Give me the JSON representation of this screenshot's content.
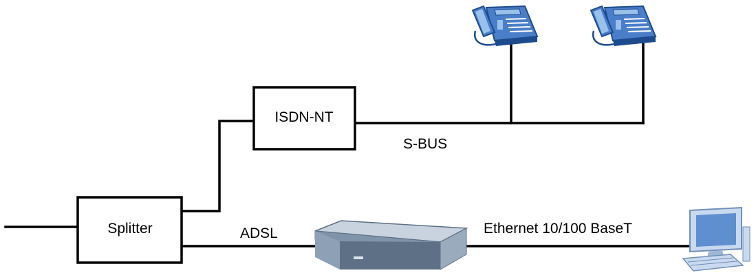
{
  "diagram": {
    "nodes": {
      "isdn_nt": {
        "label": "ISDN-NT"
      },
      "splitter": {
        "label": "Splitter"
      }
    },
    "links": {
      "s_bus": {
        "label": "S-BUS"
      },
      "adsl": {
        "label": "ADSL"
      },
      "ethernet": {
        "label": "Ethernet 10/100 BaseT"
      }
    },
    "devices": [
      "telephone-1",
      "telephone-2",
      "adsl-router",
      "computer"
    ],
    "colors": {
      "line": "#000000",
      "phone_body": "#4a7ec8",
      "phone_light": "#9ac1ec",
      "phone_dark": "#1d4b8e",
      "router_top": "#c8d3df",
      "router_side": "#7f93a9",
      "router_front": "#5d7086",
      "monitor_frame": "#c9d9ef",
      "monitor_screen": "#5f8fcf"
    }
  }
}
